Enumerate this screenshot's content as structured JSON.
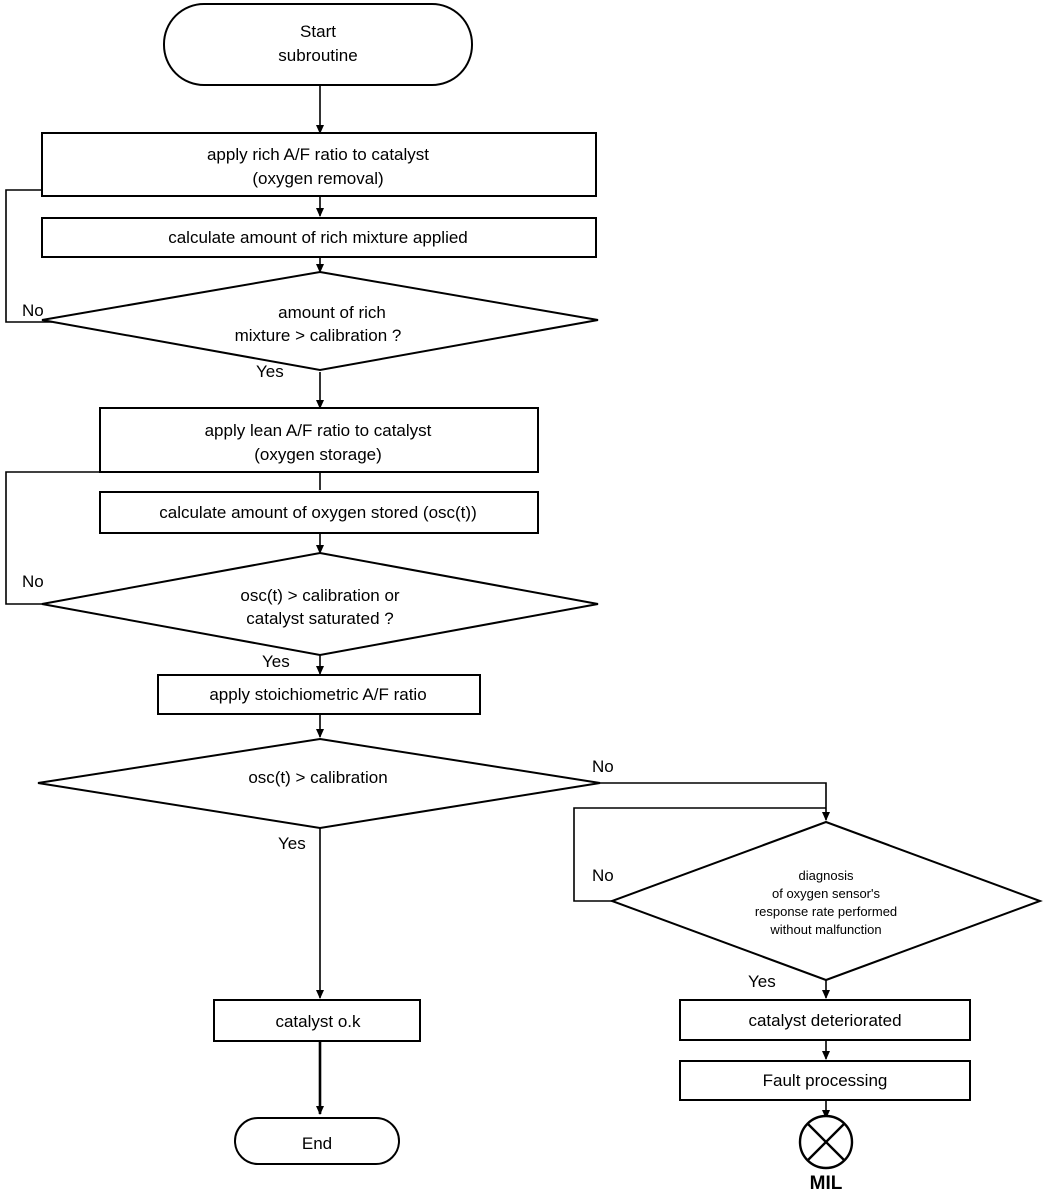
{
  "nodes": {
    "start": [
      "Start",
      "subroutine"
    ],
    "rich_apply": [
      "apply rich A/F ratio to catalyst",
      "(oxygen removal)"
    ],
    "rich_calc": "calculate amount of rich mixture applied",
    "rich_decision": [
      "amount of rich",
      "mixture > calibration ?"
    ],
    "lean_apply": [
      "apply lean A/F ratio to catalyst",
      "(oxygen storage)"
    ],
    "lean_calc": "calculate amount of oxygen stored (osc(t))",
    "osc_decision": [
      "osc(t) > calibration or",
      "catalyst saturated ?"
    ],
    "stoich": "apply stoichiometric A/F ratio",
    "osc_check": "osc(t) > calibration",
    "sensor_decision": [
      "diagnosis",
      "of oxygen sensor's",
      "response rate performed",
      "without malfunction"
    ],
    "catalyst_ok": "catalyst o.k",
    "end": "End",
    "deteriorated": "catalyst deteriorated",
    "fault": "Fault processing",
    "mil": "MIL"
  },
  "edge_labels": {
    "no": "No",
    "yes": "Yes"
  }
}
